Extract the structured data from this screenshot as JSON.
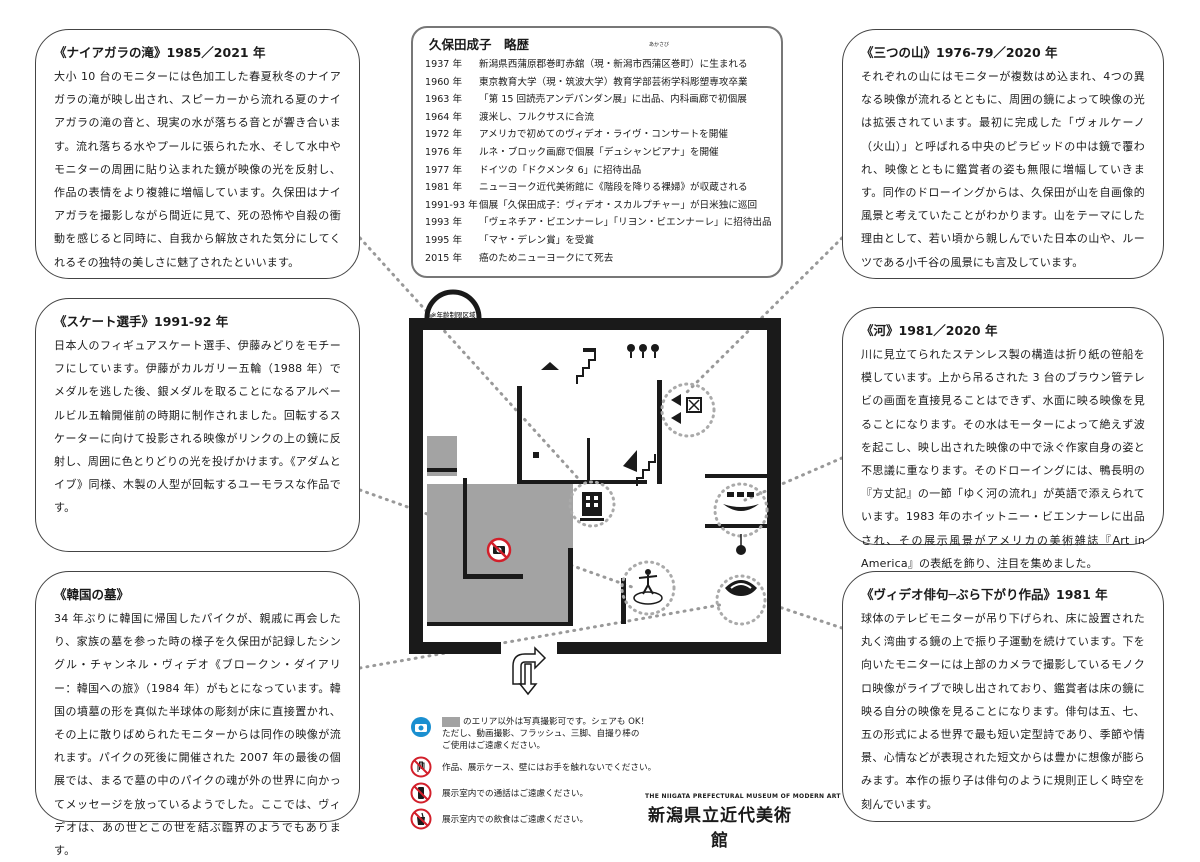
{
  "niagara": {
    "title": "《ナイアガラの滝》",
    "year": "1985／2021 年",
    "body": "大小 10 台のモニターには色加工した春夏秋冬のナイアガラの滝が映し出され、スピーカーから流れる夏のナイアガラの滝の音と、現実の水が落ちる音とが響き合います。流れ落ちる水やプールに張られた水、そして水中やモニターの周囲に貼り込まれた鏡が映像の光を反射し、作品の表情をより複雑に増幅しています。久保田はナイアガラを撮影しながら間近に見て、死の恐怖や自殺の衝動を感じると同時に、自我から解放された気分にしてくれるその独特の美しさに魅了されたといいます。"
  },
  "skate": {
    "title": "《スケート選手》",
    "year": "1991-92 年",
    "body": "日本人のフィギュアスケート選手、伊藤みどりをモチーフにしています。伊藤がカルガリー五輪（1988 年）でメダルを逃した後、銀メダルを取ることになるアルベールビル五輪開催前の時期に制作されました。回転するスケーターに向けて投影される映像がリンクの上の鏡に反射し、周囲に色とりどりの光を投げかけます。《アダムとイブ》同様、木製の人型が回転するユーモラスな作品です。"
  },
  "korea": {
    "title": "《韓国の墓》",
    "year": "",
    "body": "34 年ぶりに韓国に帰国したパイクが、親戚に再会したり、家族の墓を参った時の様子を久保田が記録したシングル・チャンネル・ヴィデオ《ブロークン・ダイアリー：韓国への旅》（1984 年）がもとになっています。韓国の墳墓の形を真似た半球体の彫刻が床に直接置かれ、その上に散りばめられたモニターからは同作の映像が流れます。パイクの死後に開催された 2007 年の最後の個展では、まるで墓の中のパイクの魂が外の世界に向かってメッセージを放っているようでした。ここでは、ヴィデオは、あの世とこの世を結ぶ臨界のようでもあります。"
  },
  "mountain": {
    "title": "《三つの山》",
    "year": "1976-79／2020 年",
    "body": "それぞれの山にはモニターが複数はめ込まれ、4つの異なる映像が流れるとともに、周囲の鏡によって映像の光は拡張されています。最初に完成した「ヴォルケーノ（火山）」と呼ばれる中央のピラビッドの中は鏡で覆われ、映像とともに鑑賞者の姿も無限に増幅していきます。同作のドローイングからは、久保田が山を自画像的風景と考えていたことがわかります。山をテーマにした理由として、若い頃から親しんでいた日本の山や、ルーツである小千谷の風景にも言及しています。"
  },
  "river": {
    "title": "《河》",
    "year": "1981／2020 年",
    "body": "川に見立てられたステンレス製の構造は折り紙の笹船を模しています。上から吊るされた 3 台のブラウン管テレビの画面を直接見ることはできず、水面に映る映像を見ることになります。その水はモーターによって絶えず波を起こし、映し出された映像の中で泳ぐ作家自身の姿と不思議に重なります。そのドローイングには、鴨長明の『方丈記』の一節「ゆく河の流れ」が英語で添えられています。1983 年のホイットニー・ビエンナーレに出品され、その展示風景がアメリカの美術雑誌『Art in America』の表紙を飾り、注目を集めました。"
  },
  "haiku": {
    "title": "《ヴィデオ俳句─ぶら下がり作品》",
    "year": "1981 年",
    "body": "球体のテレビモニターが吊り下げられ、床に設置された丸く湾曲する鏡の上で振り子運動を続けています。下を向いたモニターには上部のカメラで撮影しているモノクロ映像がライブで映し出されており、鑑賞者は床の鏡に映る自分の映像を見ることになります。俳句は五、七、五の形式による世界で最も短い定型詩であり、季節や情景、心情などが表現された短文からは豊かに想像が膨らみます。本作の振り子は俳句のように規則正しく時空を刻んでいます。"
  },
  "chronology": {
    "title": "久保田成子　略歴",
    "items": [
      {
        "year": "1937 年",
        "event": "新潟県西蒲原郡巻町赤舘（現・新潟市西蒲区巻町）に生まれる"
      },
      {
        "year": "1960 年",
        "event": "東京教育大学（現・筑波大学）教育学部芸術学科彫塑専攻卒業"
      },
      {
        "year": "1963 年",
        "event": "「第 15 回読売アンデパンダン展」に出品、内科画廊で初個展"
      },
      {
        "year": "1964 年",
        "event": "渡米し、フルクサスに合流"
      },
      {
        "year": "1972 年",
        "event": "アメリカで初めてのヴィデオ・ライヴ・コンサートを開催"
      },
      {
        "year": "1976 年",
        "event": "ルネ・ブロック画廊で個展「デュシャンピアナ」を開催"
      },
      {
        "year": "1977 年",
        "event": "ドイツの「ドクメンタ 6」に招待出品"
      },
      {
        "year": "1981 年",
        "event": "ニューヨーク近代美術館に《階段を降りる裸婦》が収蔵される"
      },
      {
        "year": "1991-93 年",
        "event": "個展「久保田成子：ヴィデオ・スカルプチャー」が日米独に巡回"
      },
      {
        "year": "1993 年",
        "event": "「ヴェネチア・ビエンナーレ」「リヨン・ビエンナーレ」に招待出品"
      },
      {
        "year": "1995 年",
        "event": "「マヤ・デレン賞」を受賞"
      },
      {
        "year": "2015 年",
        "event": "癌のためニューヨークにて死去"
      }
    ],
    "ruby": "あかさび"
  },
  "floorplan": {
    "age_limit_label": "※年齢制限区域"
  },
  "notes": {
    "photo_line1": "のエリア以外は写真撮影可です。シェアも OK！",
    "photo_line2": "ただし、動画撮影、フラッシュ、三脚、自撮り棒の",
    "photo_line3": "ご使用はご遠慮ください。",
    "touch": "作品、展示ケース、壁にはお手を触れないでください。",
    "phone": "展示室内での通話はご遠慮ください。",
    "food": "展示室内での飲食はご遠慮ください。"
  },
  "logo": {
    "english": "THE NIIGATA PREFECTURAL MUSEUM OF MODERN ART",
    "japanese": "新潟県立近代美術館"
  },
  "colors": {
    "restricted_area": "#a3a3a3",
    "icon_blue": "#1a8fd0",
    "icon_red": "#d21f2a",
    "wall": "#1a1a1a"
  }
}
